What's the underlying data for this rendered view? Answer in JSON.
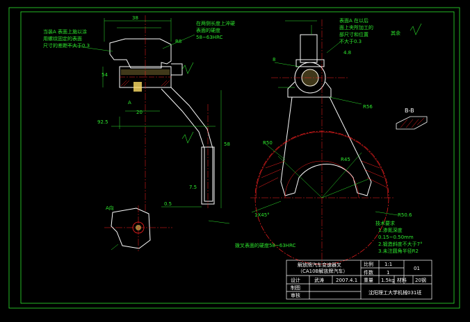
{
  "colors": {
    "background": "#000000",
    "frame": "#2ee82e",
    "part_outline": "#ffffff",
    "center_line": "#ff2020",
    "hatch_section": "#ff2020",
    "dimension": "#2ee82e",
    "highlight_fill": "#ffe066",
    "note_text": "#2ee82e",
    "section_b_label": "#ffffff"
  },
  "notes": {
    "left_view_top_note": [
      "当装A 表面上施以涂",
      "用螺纹固定的表面",
      "尺寸的差距不大于0.3"
    ],
    "hardening_note": [
      "在两侧长度上淬硬",
      "表面的硬度",
      "58~63HRC"
    ],
    "right_view_top_note": [
      "表面A 在以后",
      "面上夹所加工的",
      "部尺寸和位置",
      "不大于0.3"
    ],
    "fork_end_hardness": "拨叉表面的硬度58~63HRC",
    "view_a_label": "A向",
    "section_label": "B-B",
    "chamfer_label": "1X45°",
    "other_label": "其余",
    "arrow_a": "A"
  },
  "tech_requirements": {
    "title": "技术要求",
    "items": [
      "1.渗氮深度",
      "0.15~0.50mm",
      "2.锻造斜度不大于7°",
      "3.未注圆角半径R2"
    ]
  },
  "title_block": {
    "part_name_line1": "解放牌汽车变速器叉",
    "part_name_line2": "（CA10B解放牌汽车）",
    "scale_label": "比例",
    "scale_value": "1:1",
    "qty_label": "件数",
    "qty_value": "1",
    "drawing_no": "01",
    "designer_label": "设计",
    "designer_value": "武涛",
    "date_value": "2007.4.1",
    "weight_label": "重量",
    "weight_value": "1.5kg",
    "material_label": "材料",
    "material_value": "20钢",
    "drafter_label": "制图",
    "checker_label": "审核",
    "school": "沈阳理工大学机械031班"
  },
  "dimensions": [
    "R8",
    "38",
    "58",
    "92.5",
    "R45",
    "R50",
    "R56",
    "R50.6",
    "20",
    "54",
    "7.5",
    "8",
    "0.5",
    "4.8"
  ]
}
